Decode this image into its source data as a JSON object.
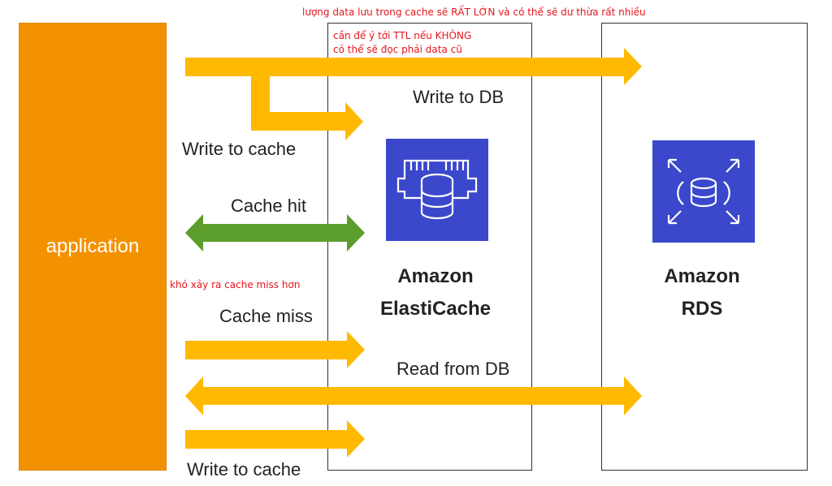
{
  "application": {
    "label": "application"
  },
  "services": {
    "cache": {
      "name_line1": "Amazon",
      "name_line2": "ElastiCache",
      "icon": "elasticache-icon"
    },
    "rds": {
      "name_line1": "Amazon",
      "name_line2": "RDS",
      "icon": "rds-icon"
    }
  },
  "flows": {
    "write_to_db": "Write to DB",
    "write_to_cache_top": "Write to cache",
    "cache_hit": "Cache hit",
    "cache_miss": "Cache miss",
    "read_from_db": "Read from DB",
    "write_to_cache_bottom": "Write to cache"
  },
  "notes": {
    "top": "lượng data lưu trong cache sẽ RẤT LỚN và có thể sẽ dư thừa rất nhiều",
    "ttl_line1": "cần để ý tới TTL nếu KHÔNG",
    "ttl_line2": "có thể sẽ đọc phải data cũ",
    "miss": "khó xảy ra cache miss hơn"
  },
  "colors": {
    "application": "#f39200",
    "write_arrow": "#ffb900",
    "cache_hit_arrow": "#5c9e2e",
    "service_icon": "#3b48cc",
    "note_text": "#e8141b"
  }
}
